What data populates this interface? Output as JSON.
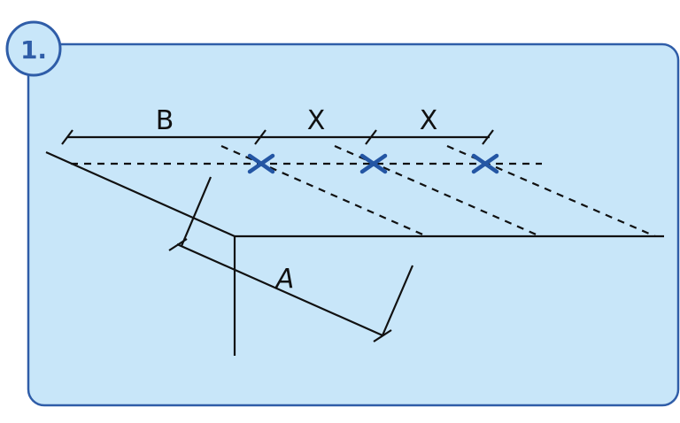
{
  "step_badge": {
    "label": "1."
  },
  "dimensions": {
    "b_label": "B",
    "x1_label": "X",
    "x2_label": "X",
    "a_label": "A"
  },
  "colors": {
    "panel_fill": "#c8e6f9",
    "panel_border": "#2f5da8",
    "line": "#111111",
    "mark": "#2456a4"
  },
  "icons": {
    "marks": [
      "cross-mark-icon",
      "cross-mark-icon",
      "cross-mark-icon"
    ]
  }
}
